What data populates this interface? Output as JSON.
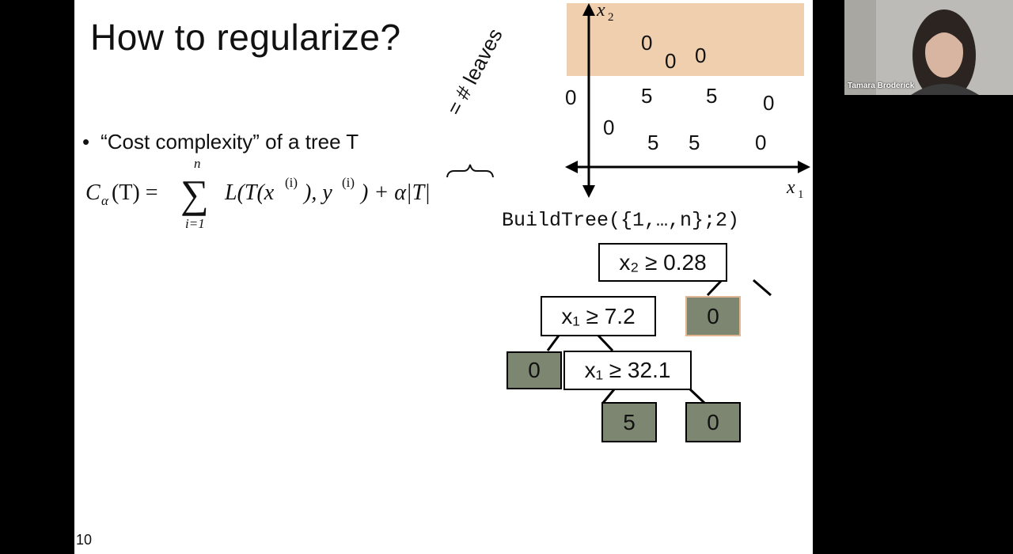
{
  "slide": {
    "title": "How to regularize?",
    "bullet": "“Cost complexity” of a tree T",
    "formula_lhs": "C",
    "formula_sub": "α",
    "formula_rest": "(T) =",
    "sum_top": "n",
    "sum_bottom": "i=1",
    "formula_body": "L(T(x",
    "formula_sup1": "(i)",
    "formula_mid": "), y",
    "formula_sup2": "(i)",
    "formula_end": ") + α|T|",
    "brace_label": "= # leaves",
    "page_number": "10",
    "code_call": "BuildTree({1,…,n};2)"
  },
  "plot": {
    "x_axis_label": "x",
    "x_axis_sub": "1",
    "y_axis_label": "x",
    "y_axis_sub": "2",
    "region_color": "#efcfae",
    "points": [
      "0",
      "0",
      "0",
      "0",
      "5",
      "5",
      "0",
      "0",
      "5",
      "5",
      "0"
    ]
  },
  "tree": {
    "root": "x₂ ≥ 0.28",
    "n1": "x₁ ≥ 7.2",
    "n2": "x₁ ≥ 32.1",
    "leaf_right_top": "0",
    "leaf_left_mid": "0",
    "leaf_bottom_left": "5",
    "leaf_bottom_right": "0",
    "leaf_color": "#7d8670"
  },
  "video": {
    "participant_name": "Tamara Broderick"
  }
}
